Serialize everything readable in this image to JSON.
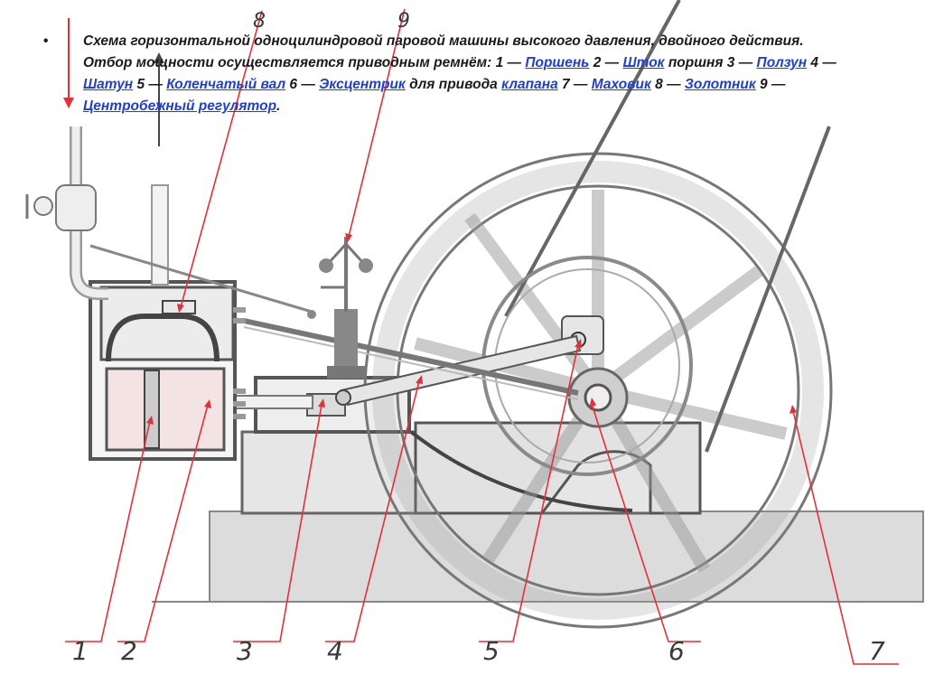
{
  "caption": {
    "bullet": "•",
    "segments": [
      {
        "text": "Схема горизонтальной одноцилиндровой паровой машины высокого давления, двойного действия. Отбор мощности осуществляется приводным ремнём: 1 — ",
        "link": false
      },
      {
        "text": "Поршень",
        "link": true
      },
      {
        "text": " 2 — ",
        "link": false
      },
      {
        "text": "Шток",
        "link": true
      },
      {
        "text": " поршня 3 — ",
        "link": false
      },
      {
        "text": "Ползун",
        "link": true
      },
      {
        "text": " 4 — ",
        "link": false
      },
      {
        "text": "Шатун",
        "link": true
      },
      {
        "text": " 5 — ",
        "link": false
      },
      {
        "text": "Коленчатый вал",
        "link": true
      },
      {
        "text": " 6 — ",
        "link": false
      },
      {
        "text": "Эксцентрик",
        "link": true
      },
      {
        "text": " для привода ",
        "link": false
      },
      {
        "text": "клапана",
        "link": true
      },
      {
        "text": " 7 — ",
        "link": false
      },
      {
        "text": "Маховик",
        "link": true
      },
      {
        "text": " 8 — ",
        "link": false
      },
      {
        "text": "Золотник",
        "link": true
      },
      {
        "text": " 9 — ",
        "link": false
      },
      {
        "text": "Центробежный регулятор",
        "link": true
      },
      {
        "text": ".",
        "link": false
      }
    ]
  },
  "labels": {
    "n1": "1",
    "n2": "2",
    "n3": "3",
    "n4": "4",
    "n5": "5",
    "n6": "6",
    "n7": "7",
    "n8": "8",
    "n9": "9"
  },
  "colors": {
    "leader": "#e0313a",
    "outline": "#7a7a7a",
    "fill": "#dddddd",
    "cylinder_fill": "#f2dede",
    "link": "#1f3fd0"
  }
}
